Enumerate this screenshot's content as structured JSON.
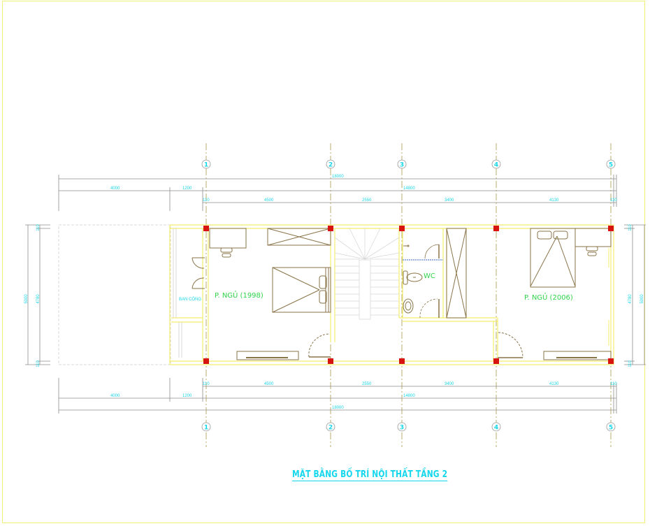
{
  "drawing": {
    "title": "MẶT BẰNG BỐ TRÍ NỘI THẤT TẦNG 2",
    "colors": {
      "wall": "#f3ee6e",
      "column": "#d8140e",
      "furniture": "#8a7448",
      "dimension_text": "#19d6e8",
      "room_label": "#2fd34a",
      "dim_line": "#8c8c8c",
      "axis_line": "#a89a4a"
    },
    "axes": [
      {
        "id": "axis-1",
        "label": "1"
      },
      {
        "id": "axis-2",
        "label": "2"
      },
      {
        "id": "axis-3",
        "label": "3"
      },
      {
        "id": "axis-4",
        "label": "4"
      },
      {
        "id": "axis-5",
        "label": "5"
      }
    ],
    "dimensions_top": {
      "overall": "18000",
      "partial": "14800",
      "front": [
        "4000",
        "1200"
      ],
      "bays": [
        "110",
        "4500",
        "2550",
        "3400",
        "4130",
        "110"
      ]
    },
    "dimensions_bottom": {
      "overall": "18000",
      "partial": "14800",
      "front": [
        "4000",
        "1200"
      ],
      "bays": [
        "110",
        "4500",
        "2550",
        "3400",
        "4130",
        "110"
      ]
    },
    "dimensions_left": {
      "overall": "5000",
      "inner": "4780",
      "top_wall": "110",
      "bottom_wall": "110"
    },
    "dimensions_right": {
      "overall": "5000",
      "inner": "4780",
      "top_wall": "110",
      "bottom_wall": "110"
    },
    "rooms": {
      "balcony": "BAN CÔNG",
      "bedroom_1": "P. NGỦ (1998)",
      "wc": "WC",
      "bedroom_2": "P. NGỦ (2006)"
    }
  }
}
